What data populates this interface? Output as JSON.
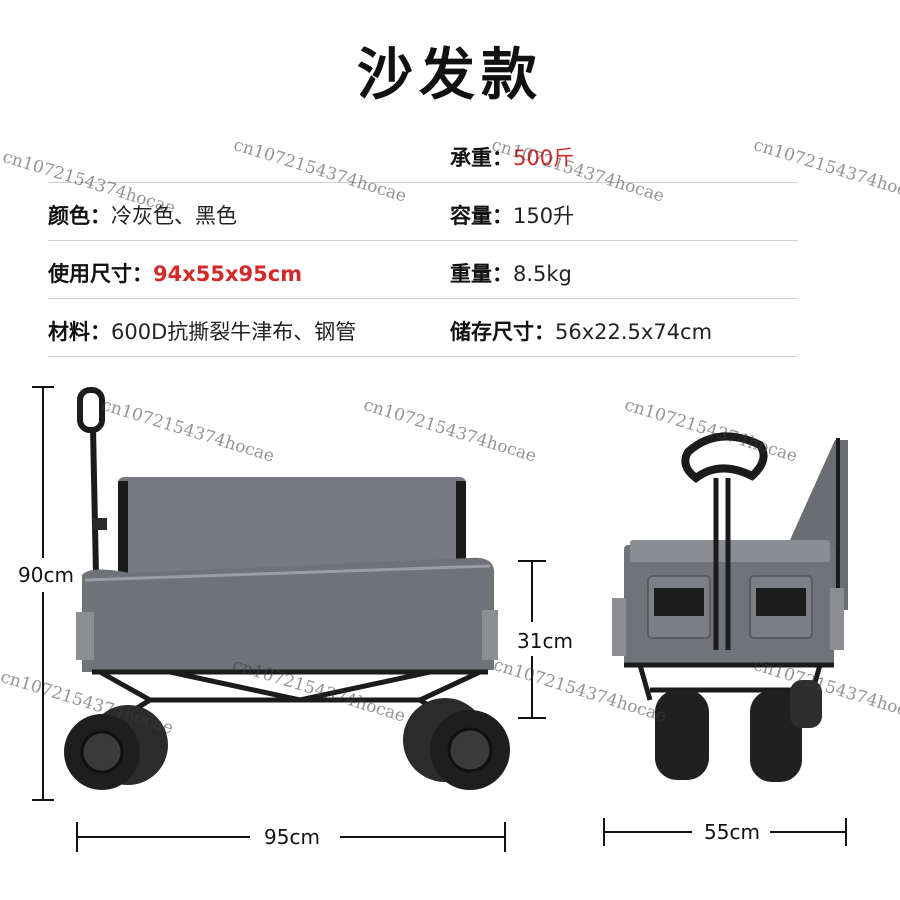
{
  "title": "沙发款",
  "specs": {
    "capacity_load": {
      "label": "承重：",
      "value": "500斤"
    },
    "color": {
      "label": "颜色：",
      "value": "冷灰色、黑色"
    },
    "volume": {
      "label": "容量：",
      "value": "150升"
    },
    "size": {
      "label": "使用尺寸：",
      "value": "94x55x95cm"
    },
    "weight": {
      "label": "重量：",
      "value": "8.5kg"
    },
    "material": {
      "label": "材料：",
      "value": "600D抗撕裂牛津布、钢管"
    },
    "storage": {
      "label": "储存尺寸：",
      "value": "56x22.5x74cm"
    }
  },
  "dimensions": {
    "height": "90cm",
    "depth": "31cm",
    "length": "95cm",
    "width": "55cm"
  },
  "watermark": "cn1072154374hocae",
  "colors": {
    "fabric": "#76787b",
    "fabric_dark": "#5e6064",
    "frame": "#1b1b1b",
    "accent_red": "#d12a2a"
  }
}
